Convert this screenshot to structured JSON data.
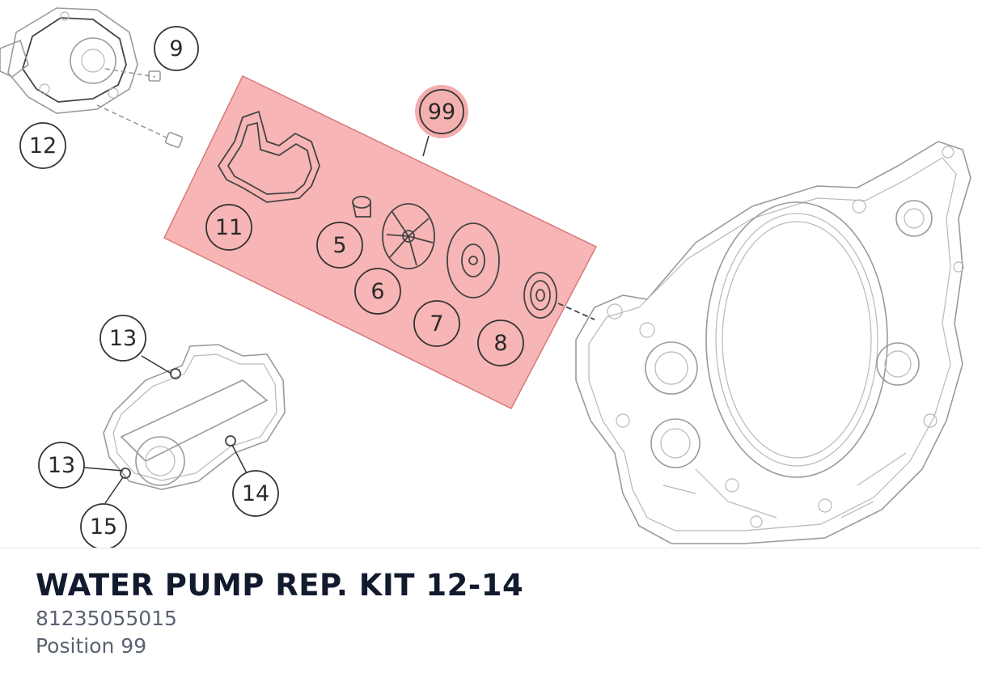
{
  "diagram": {
    "callouts": [
      {
        "id": "9",
        "label": "9"
      },
      {
        "id": "12",
        "label": "12"
      },
      {
        "id": "99",
        "label": "99"
      },
      {
        "id": "11",
        "label": "11"
      },
      {
        "id": "5",
        "label": "5"
      },
      {
        "id": "6",
        "label": "6"
      },
      {
        "id": "7",
        "label": "7"
      },
      {
        "id": "8",
        "label": "8"
      },
      {
        "id": "13a",
        "label": "13"
      },
      {
        "id": "13b",
        "label": "13"
      },
      {
        "id": "14",
        "label": "14"
      },
      {
        "id": "15",
        "label": "15"
      }
    ],
    "highlight_color": "#f7a8a8",
    "highlight_border": "#d77a7a",
    "highlight_callout": "99"
  },
  "product": {
    "title": "WATER PUMP REP. KIT 12-14",
    "part_number": "81235055015",
    "position": "Position 99"
  }
}
